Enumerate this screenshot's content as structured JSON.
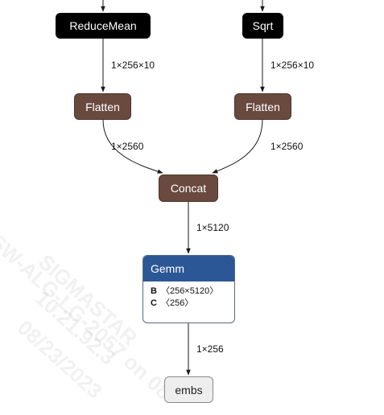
{
  "nodes": {
    "reduce_mean": "ReduceMean",
    "sqrt": "Sqrt",
    "flatten_left": "Flatten",
    "flatten_right": "Flatten",
    "concat": "Concat",
    "gemm": {
      "title": "Gemm",
      "attrs": [
        {
          "name": "B",
          "value": "〈256×5120〉"
        },
        {
          "name": "C",
          "value": "〈256〉"
        }
      ]
    },
    "output": "embs"
  },
  "edges": {
    "reducemean_to_flatten": "1×256×10",
    "sqrt_to_flatten": "1×256×10",
    "flatten_left_to_concat": "1×2560",
    "flatten_right_to_concat": "1×2560",
    "concat_to_gemm": "1×5120",
    "gemm_to_embs": "1×256"
  },
  "watermark": [
    "SIGMASTAR",
    "10.21.92.3",
    "08/23/2023",
    "SW-ALG-LG-2057 on 08"
  ]
}
